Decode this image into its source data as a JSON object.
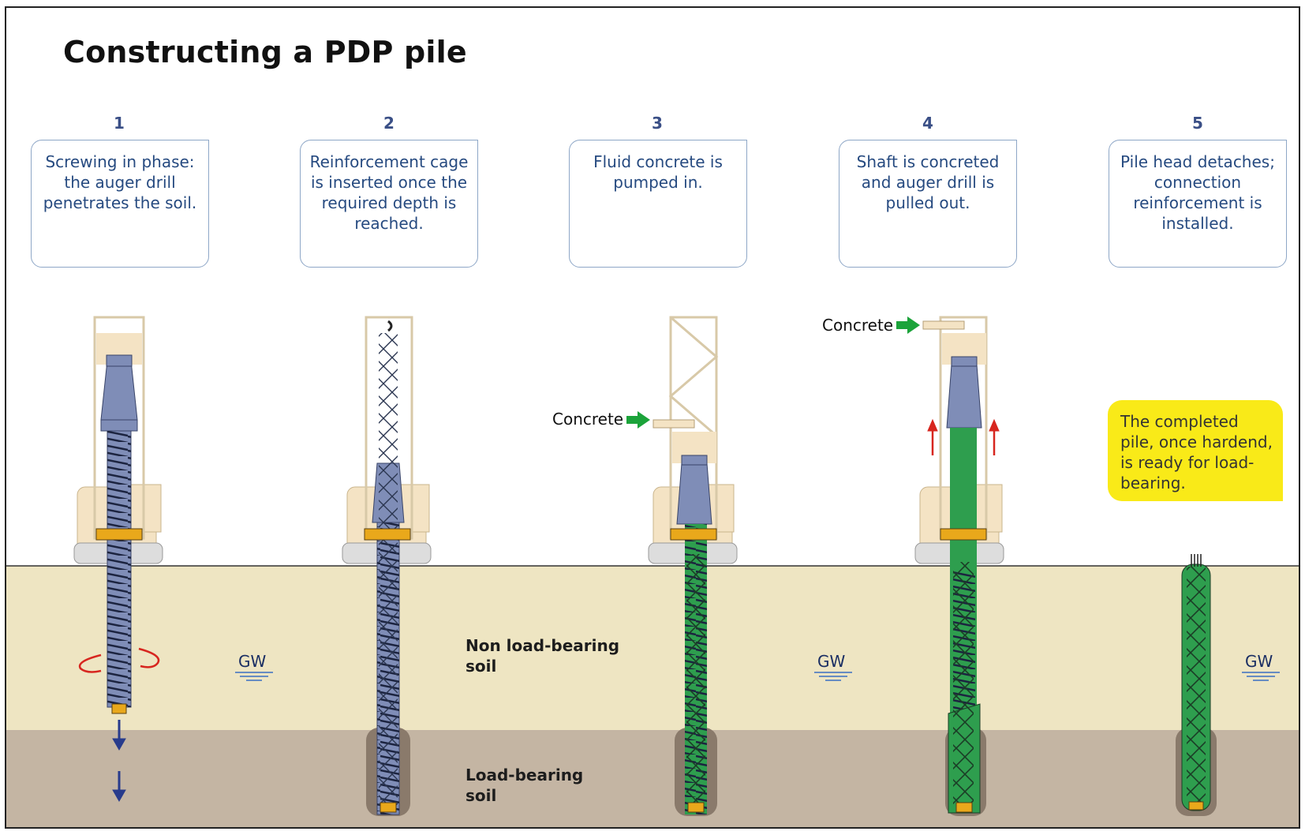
{
  "title": "Constructing a PDP pile",
  "steps": [
    {
      "number": "1",
      "text": "Screwing in phase: the auger drill penetrates the soil."
    },
    {
      "number": "2",
      "text": "Reinforcement cage is inserted once the required depth is reached."
    },
    {
      "number": "3",
      "text": "Fluid concrete is pumped in."
    },
    {
      "number": "4",
      "text": "Shaft is concreted and auger drill is pulled out."
    },
    {
      "number": "5",
      "text": "Pile head detaches; connection reinforcement is installed."
    }
  ],
  "labels": {
    "concrete_3": "Concrete",
    "concrete_4": "Concrete",
    "non_load_bearing_1": "Non load-bearing",
    "non_load_bearing_2": "soil",
    "load_bearing_1": "Load-bearing",
    "load_bearing_2": "soil",
    "gw": "GW",
    "completed": "The completed pile, once hardend, is ready for load-bearing."
  },
  "colors": {
    "upper_soil": "#eee5c2",
    "lower_soil": "#c4b5a3",
    "auger": "#7f8db7",
    "concrete": "#2e9e4e",
    "rig": "#f4e3c4",
    "box_border": "#8ea7c7",
    "step_text": "#264a80",
    "callout": "#f9ea18",
    "arrow_green": "#1ba33a",
    "arrow_red": "#d7261f",
    "arrow_blue": "#283b8c"
  }
}
